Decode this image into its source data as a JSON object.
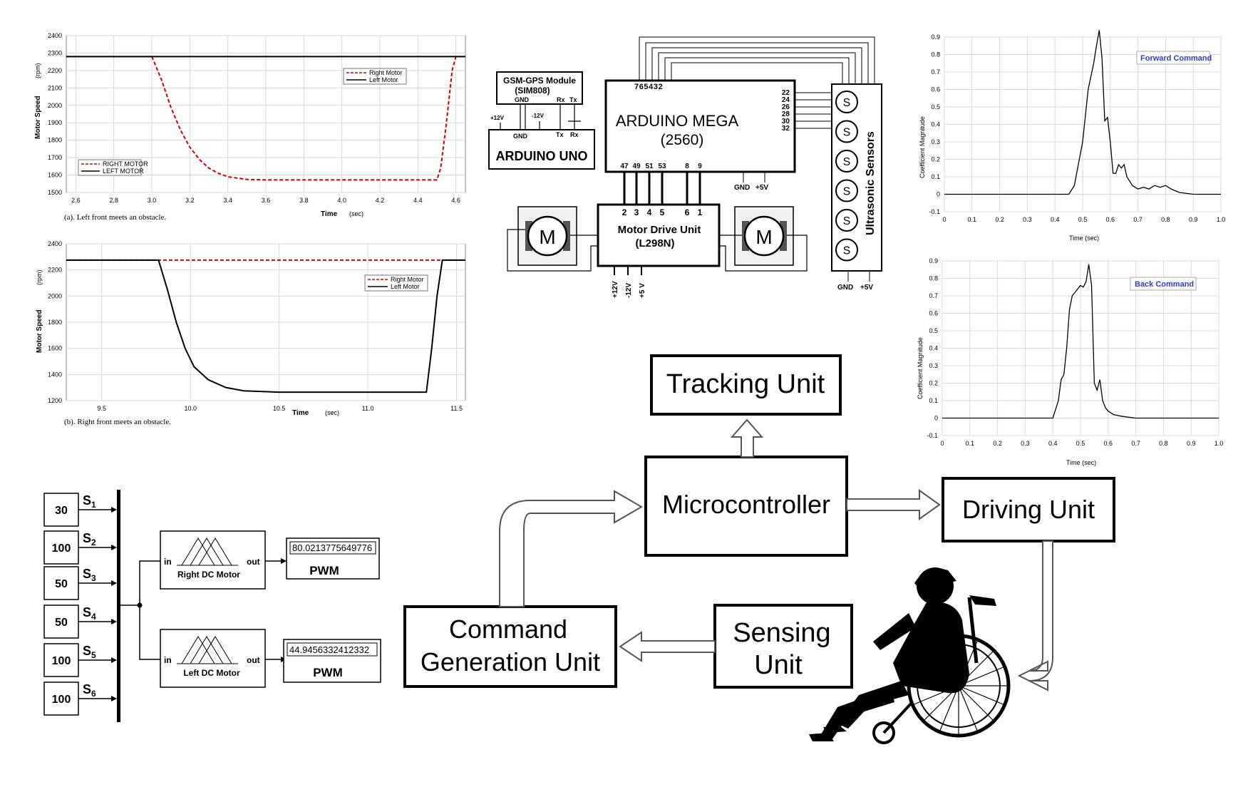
{
  "chart_data": [
    {
      "type": "line",
      "id": "chart-a",
      "caption": "(a). Left front meets an obstacle.",
      "xlabel": "Time",
      "xunit": "(sec)",
      "ylabel": "Motor Speed",
      "yunit": "(rpm)",
      "xlim": [
        2.55,
        4.65
      ],
      "ylim": [
        1500,
        2400
      ],
      "xticks": [
        "2.6",
        "2.8",
        "3.0",
        "3.2",
        "3.4",
        "3.6",
        "3.8",
        "4.0",
        "4.2",
        "4.4",
        "4.6"
      ],
      "yticks": [
        "1500",
        "1600",
        "1700",
        "1800",
        "1900",
        "2000",
        "2100",
        "2200",
        "2300",
        "2400"
      ],
      "legend_main": [
        "Right Motor",
        "Left Motor"
      ],
      "legend_inner": [
        "RIGHT MOTOR",
        "LEFT MOTOR"
      ],
      "series": [
        {
          "name": "Right Motor",
          "color": "#d40000",
          "style": "dash",
          "x": [
            2.55,
            3.0,
            3.05,
            3.1,
            3.15,
            3.2,
            3.25,
            3.3,
            3.35,
            3.4,
            3.5,
            3.6,
            4.0,
            4.5,
            4.52,
            4.55,
            4.58,
            4.6,
            4.65
          ],
          "y": [
            2280,
            2280,
            2150,
            1990,
            1860,
            1760,
            1690,
            1640,
            1610,
            1590,
            1575,
            1572,
            1572,
            1572,
            1640,
            1900,
            2200,
            2280,
            2280
          ]
        },
        {
          "name": "Left Motor",
          "color": "#000000",
          "style": "solid",
          "x": [
            2.55,
            4.65
          ],
          "y": [
            2280,
            2280
          ]
        }
      ]
    },
    {
      "type": "line",
      "id": "chart-b",
      "caption": "(b). Right front meets an obstacle.",
      "xlabel": "Time",
      "xunit": "(sec)",
      "ylabel": "Motor Speed",
      "yunit": "(rpm)",
      "xlim": [
        9.3,
        11.55
      ],
      "ylim": [
        1200,
        2400
      ],
      "xticks": [
        "9.5",
        "10.0",
        "10.5",
        "11.0",
        "11.5"
      ],
      "yticks": [
        "1200",
        "1400",
        "1600",
        "1800",
        "2000",
        "2200",
        "2400"
      ],
      "legend_main": [
        "Right Motor",
        "Left Motor"
      ],
      "series": [
        {
          "name": "Right Motor",
          "color": "#d40000",
          "style": "dash",
          "x": [
            9.3,
            11.55
          ],
          "y": [
            2275,
            2275
          ]
        },
        {
          "name": "Left Motor",
          "color": "#000000",
          "style": "solid",
          "x": [
            9.3,
            9.82,
            9.87,
            9.92,
            9.97,
            10.02,
            10.1,
            10.2,
            10.3,
            10.5,
            11.0,
            11.33,
            11.36,
            11.39,
            11.42,
            11.55
          ],
          "y": [
            2275,
            2275,
            2050,
            1800,
            1600,
            1460,
            1360,
            1300,
            1275,
            1265,
            1265,
            1265,
            1600,
            2000,
            2275,
            2275
          ]
        }
      ]
    },
    {
      "type": "line",
      "id": "chart-forward",
      "xlabel": "Time  (sec)",
      "ylabel": "Coefficient Magnitude",
      "legend": "Forward Command",
      "xlim": [
        0,
        1.0
      ],
      "ylim": [
        -0.1,
        0.9
      ],
      "xticks": [
        "0",
        "0.1",
        "0.2",
        "0.3",
        "0.4",
        "0.5",
        "0.6",
        "0.7",
        "0.8",
        "0.9",
        "1.0"
      ],
      "yticks": [
        "-0.1",
        "0",
        "0.1",
        "0.2",
        "0.3",
        "0.4",
        "0.5",
        "0.6",
        "0.7",
        "0.8",
        "0.9"
      ],
      "series": [
        {
          "name": "Forward Command",
          "color": "#000000",
          "x": [
            0,
            0.45,
            0.47,
            0.5,
            0.52,
            0.54,
            0.55,
            0.56,
            0.57,
            0.58,
            0.59,
            0.6,
            0.61,
            0.62,
            0.63,
            0.64,
            0.65,
            0.66,
            0.68,
            0.7,
            0.72,
            0.74,
            0.76,
            0.78,
            0.8,
            0.82,
            0.85,
            0.9,
            1.0
          ],
          "y": [
            0,
            0,
            0.05,
            0.3,
            0.6,
            0.75,
            0.85,
            0.94,
            0.78,
            0.42,
            0.44,
            0.3,
            0.12,
            0.12,
            0.17,
            0.15,
            0.17,
            0.1,
            0.05,
            0.03,
            0.04,
            0.03,
            0.05,
            0.04,
            0.05,
            0.03,
            0.01,
            0,
            0
          ]
        }
      ]
    },
    {
      "type": "line",
      "id": "chart-back",
      "xlabel": "Time  (sec)",
      "ylabel": "Coefficient Magnitude",
      "legend": "Back Command",
      "xlim": [
        0,
        1.0
      ],
      "ylim": [
        -0.1,
        0.9
      ],
      "xticks": [
        "0",
        "0.1",
        "0.2",
        "0.3",
        "0.4",
        "0.5",
        "0.6",
        "0.7",
        "0.8",
        "0.9",
        "1.0"
      ],
      "yticks": [
        "-0.1",
        "0",
        "0.1",
        "0.2",
        "0.3",
        "0.4",
        "0.5",
        "0.6",
        "0.7",
        "0.8",
        "0.9"
      ],
      "series": [
        {
          "name": "Back Command",
          "color": "#000000",
          "x": [
            0,
            0.4,
            0.42,
            0.43,
            0.44,
            0.45,
            0.46,
            0.47,
            0.48,
            0.5,
            0.51,
            0.52,
            0.53,
            0.54,
            0.55,
            0.56,
            0.57,
            0.58,
            0.59,
            0.6,
            0.62,
            0.65,
            0.7,
            1.0
          ],
          "y": [
            0,
            0,
            0.1,
            0.22,
            0.25,
            0.4,
            0.62,
            0.7,
            0.72,
            0.76,
            0.75,
            0.78,
            0.88,
            0.76,
            0.2,
            0.16,
            0.22,
            0.1,
            0.06,
            0.04,
            0.02,
            0.01,
            0,
            0
          ]
        }
      ]
    }
  ],
  "circuit": {
    "arduino_mega": {
      "name": "ARDUINO MEGA",
      "model": "(2560)"
    },
    "mega_top_pins": "765432",
    "mega_right_pins": [
      "22",
      "24",
      "26",
      "28",
      "30",
      "32"
    ],
    "mega_bottom_pins": [
      "47",
      "49",
      "51",
      "53",
      "8",
      "9"
    ],
    "mega_power": [
      "GND",
      "+5V"
    ],
    "gsm": {
      "name": "GSM-GPS Module",
      "model": "(SIM808)",
      "pins": [
        "GND",
        "Rx",
        "Tx"
      ]
    },
    "uno": {
      "name": "ARDUINO UNO",
      "labels": [
        "+12V",
        "GND",
        "-12V",
        "Tx",
        "Rx"
      ]
    },
    "driver": {
      "name": "Motor Drive Unit",
      "model": "(L298N)",
      "pins": [
        "2",
        "3",
        "4",
        "5",
        "6",
        "1"
      ],
      "power": [
        "+12V",
        "-12V",
        "+5 V"
      ]
    },
    "motor_label": "M",
    "sensor_label": "S",
    "sensors_title": "Ultrasonic Sensors",
    "sensors_power": [
      "GND",
      "+5V"
    ]
  },
  "block_diagram": {
    "tracking": "Tracking Unit",
    "microcontroller": "Microcontroller",
    "driving": "Driving Unit",
    "command": [
      "Command",
      "Generation Unit"
    ],
    "sensing": [
      "Sensing",
      "Unit"
    ]
  },
  "simulink": {
    "sensor_values": [
      "30",
      "100",
      "50",
      "50",
      "100",
      "100"
    ],
    "sensor_names": [
      "S1",
      "S2",
      "S3",
      "S4",
      "S5",
      "S6"
    ],
    "right_block": "Right DC Motor",
    "left_block": "Left DC Motor",
    "port_in": "in",
    "port_out": "out",
    "right_display": "80.0213775649776",
    "left_display": "44.9456332412332",
    "display_label": "PWM"
  }
}
